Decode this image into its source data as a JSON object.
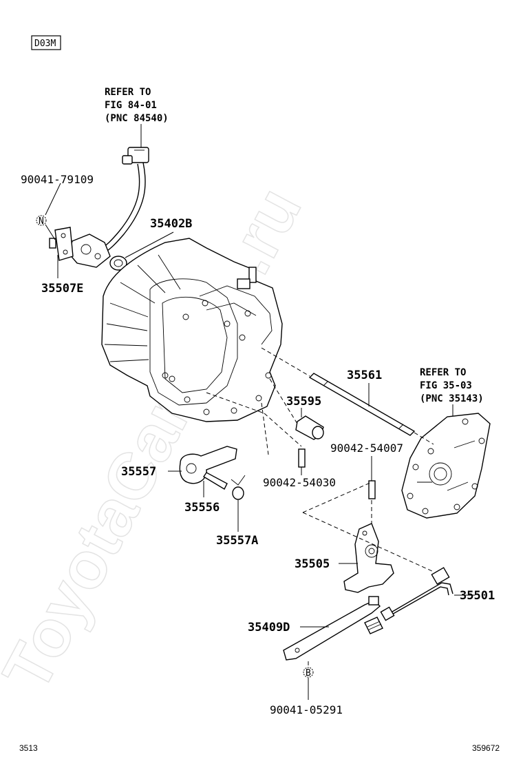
{
  "badge": "D03M",
  "watermark": "ToyotaCarMine.ru",
  "refer_notes": {
    "top": [
      "REFER TO",
      "FIG 84-01",
      "(PNC 84540)"
    ],
    "right": [
      "REFER TO",
      "FIG 35-03",
      "(PNC 35143)"
    ]
  },
  "part_labels": {
    "p90041_79109": "90041-79109",
    "p35402B": "35402B",
    "p35507E": "35507E",
    "p35561": "35561",
    "p35595": "35595",
    "p90042_54007": "90042-54007",
    "p35557": "35557",
    "p90042_54030": "90042-54030",
    "p35556": "35556",
    "p35557A": "35557A",
    "p35505": "35505",
    "p35501": "35501",
    "p35409D": "35409D",
    "p90041_05291": "90041-05291"
  },
  "markers": {
    "n": "N",
    "b": "B"
  },
  "footer": {
    "left": "3513",
    "right": "359672"
  }
}
